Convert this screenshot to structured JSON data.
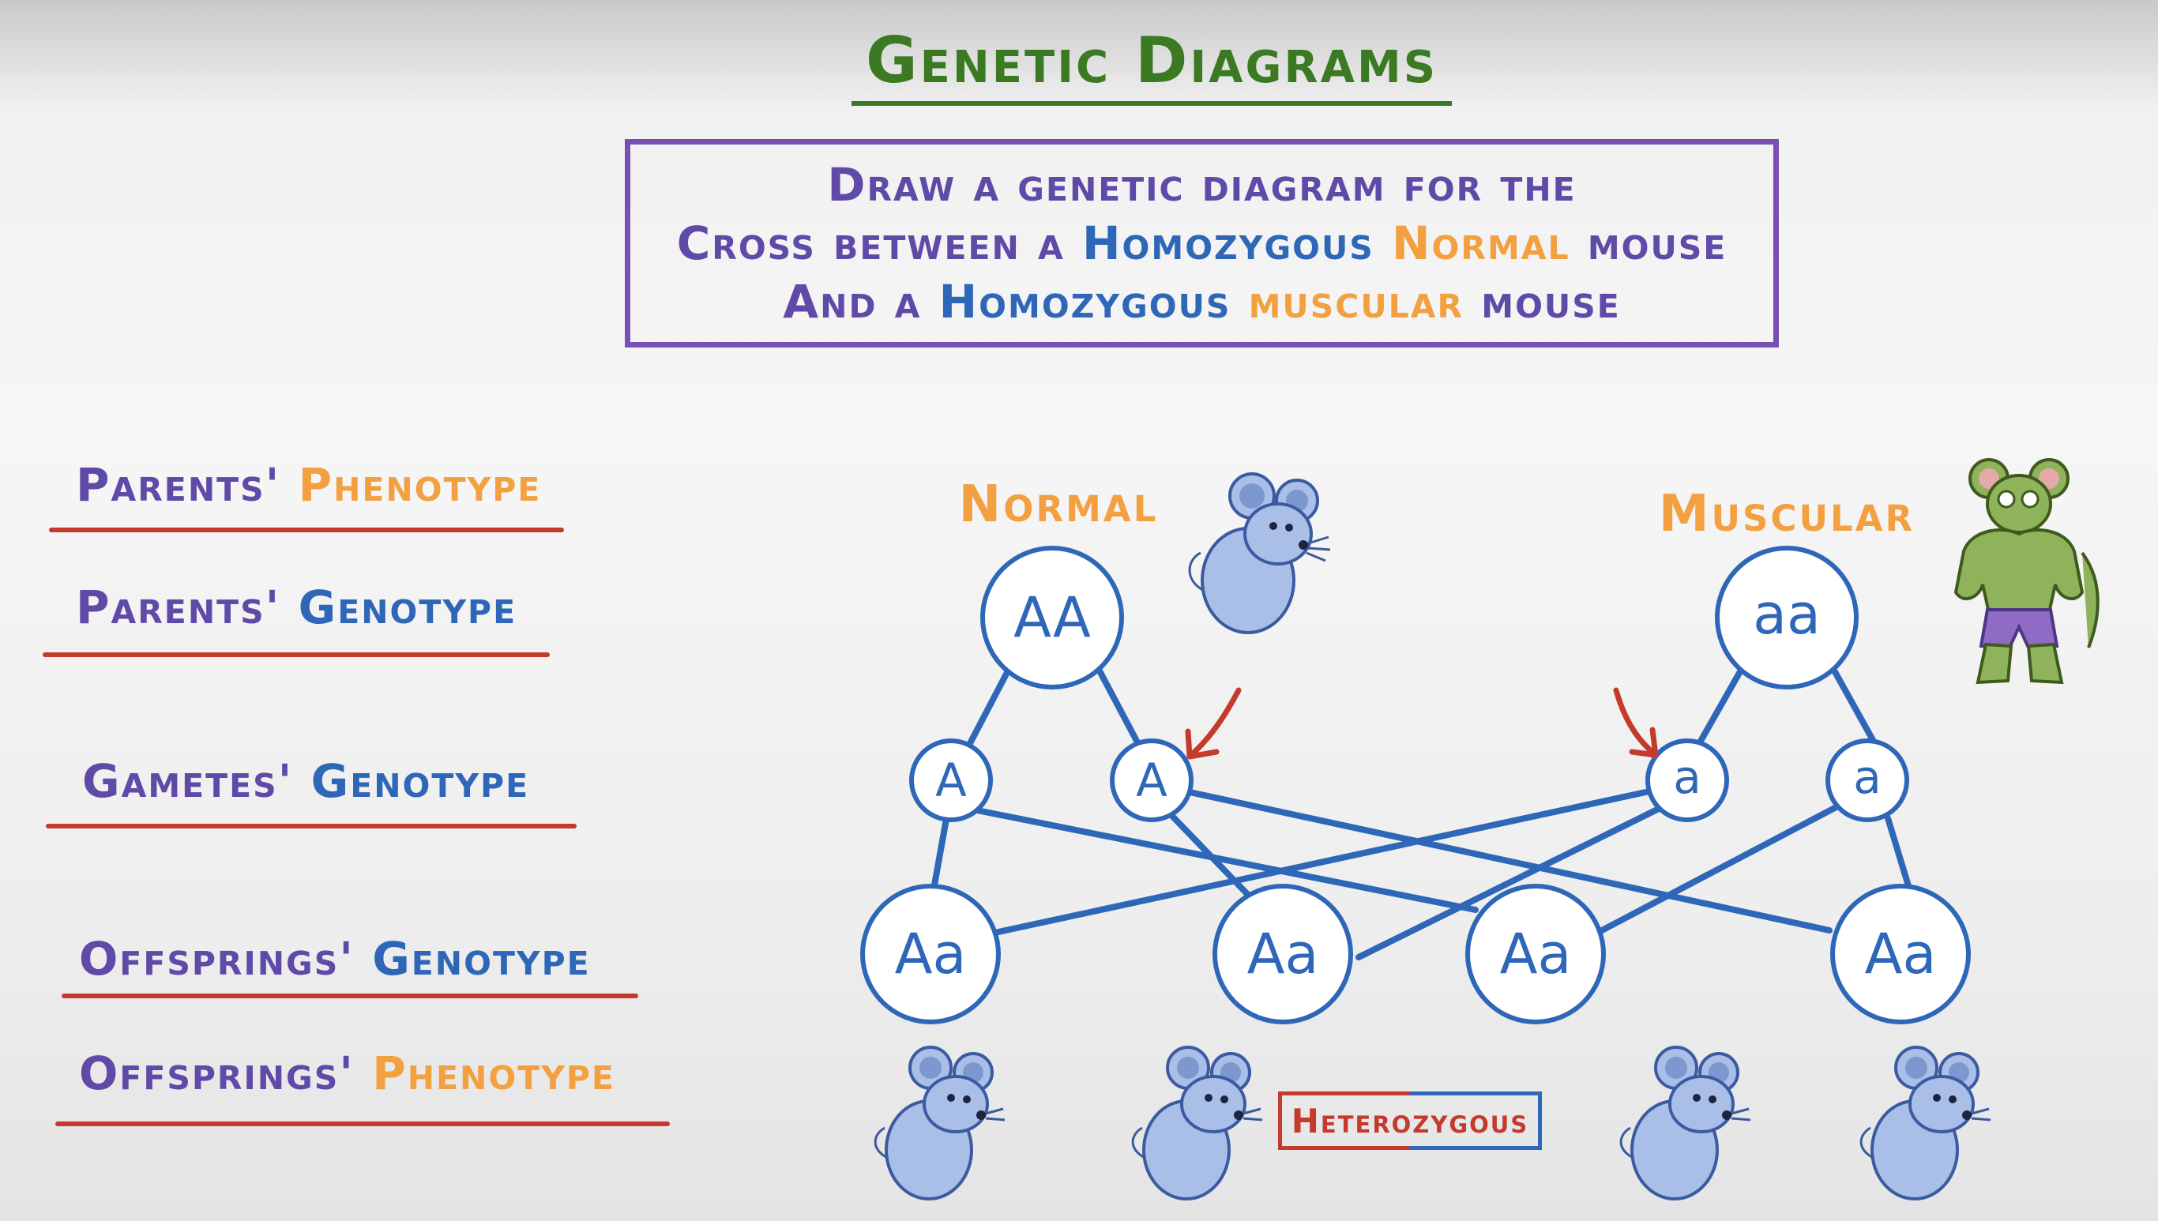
{
  "title": "Genetic Diagrams",
  "question": {
    "line1": "Draw a genetic diagram for the",
    "line2_a": "Cross between a",
    "line2_b": "Homozygous",
    "line2_c": "Normal",
    "line2_d": "mouse",
    "line3_a": "And a",
    "line3_b": "Homozygous",
    "line3_c": "muscular",
    "line3_d": "mouse"
  },
  "rows": {
    "parents_phenotype_a": "Parents'",
    "parents_phenotype_b": "Phenotype",
    "parents_genotype_a": "Parents'",
    "parents_genotype_b": "Genotype",
    "gametes_genotype_a": "Gametes'",
    "gametes_genotype_b": "Genotype",
    "offsprings_genotype_a": "Offsprings'",
    "offsprings_genotype_b": "Genotype",
    "offsprings_phenotype_a": "Offsprings'",
    "offsprings_phenotype_b": "Phenotype"
  },
  "parents": [
    {
      "phenotype": "Normal",
      "genotype": "AA"
    },
    {
      "phenotype": "Muscular",
      "genotype": "aa"
    }
  ],
  "gametes": [
    "A",
    "A",
    "a",
    "a"
  ],
  "offspring": [
    "Aa",
    "Aa",
    "Aa",
    "Aa"
  ],
  "offspring_label": "Heterozygous",
  "colors": {
    "title": "#3b7a22",
    "box": "#7a4fb3",
    "blue": "#2f67b8",
    "orange": "#f2a040",
    "red": "#c43a2c",
    "purple": "#5f4aa8"
  }
}
